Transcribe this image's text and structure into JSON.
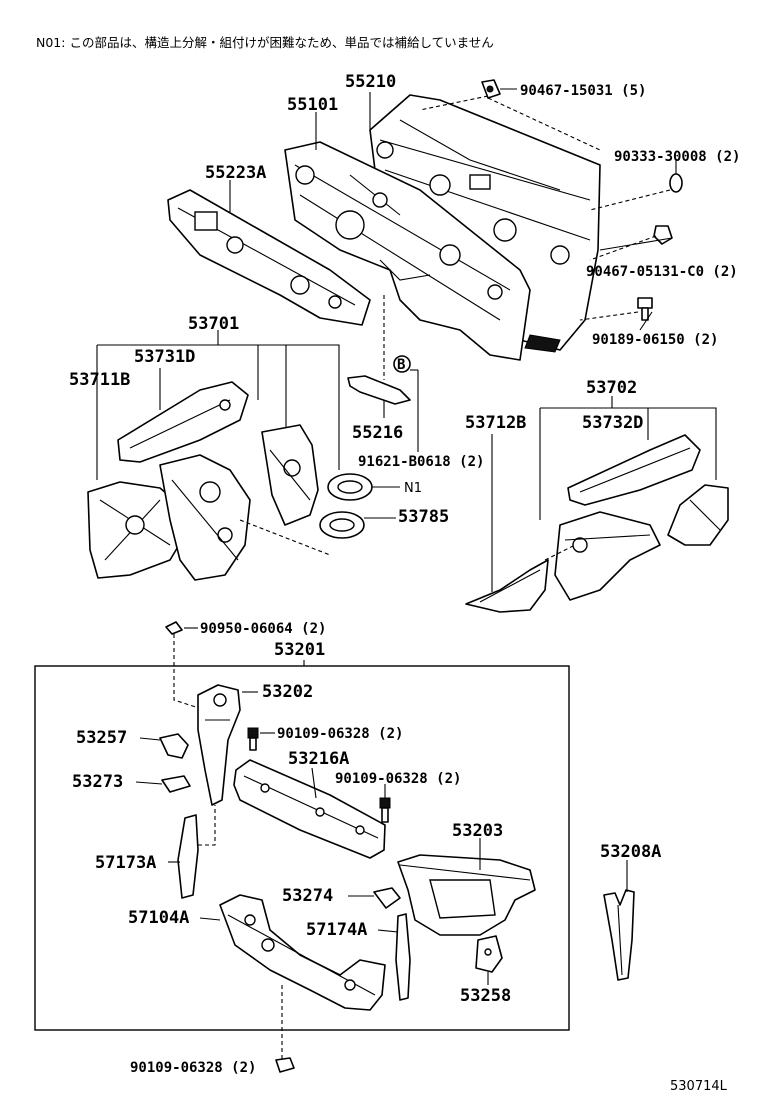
{
  "note": "N01: この部品は、構造上分解・組付けが困難なため、単品では補給していません",
  "labels": {
    "p55210": "55210",
    "p55101": "55101",
    "p55223a": "55223A",
    "p90467_15031": "90467-15031 (5)",
    "p90333_30008": "90333-30008 (2)",
    "p90467_05131": "90467-05131-C0 (2)",
    "p90189_06150": "90189-06150 (2)",
    "p53701": "53701",
    "p53731d": "53731D",
    "p53711b": "53711B",
    "p55216": "55216",
    "p91621": "91621-B0618 (2)",
    "callout_b": "B",
    "p53702": "53702",
    "p53712b": "53712B",
    "p53732d": "53732D",
    "n1": "N1",
    "p53785": "53785",
    "p90950": "90950-06064 (2)",
    "p53201": "53201",
    "p53202": "53202",
    "p53257": "53257",
    "p90109_a": "90109-06328 (2)",
    "p53216a": "53216A",
    "p90109_b": "90109-06328 (2)",
    "p53273": "53273",
    "p53203": "53203",
    "p53208a": "53208A",
    "p57173a": "57173A",
    "p53274": "53274",
    "p57104a": "57104A",
    "p57174a": "57174A",
    "p53258": "53258",
    "p90109_c": "90109-06328 (2)",
    "diagram_code": "530714L"
  }
}
